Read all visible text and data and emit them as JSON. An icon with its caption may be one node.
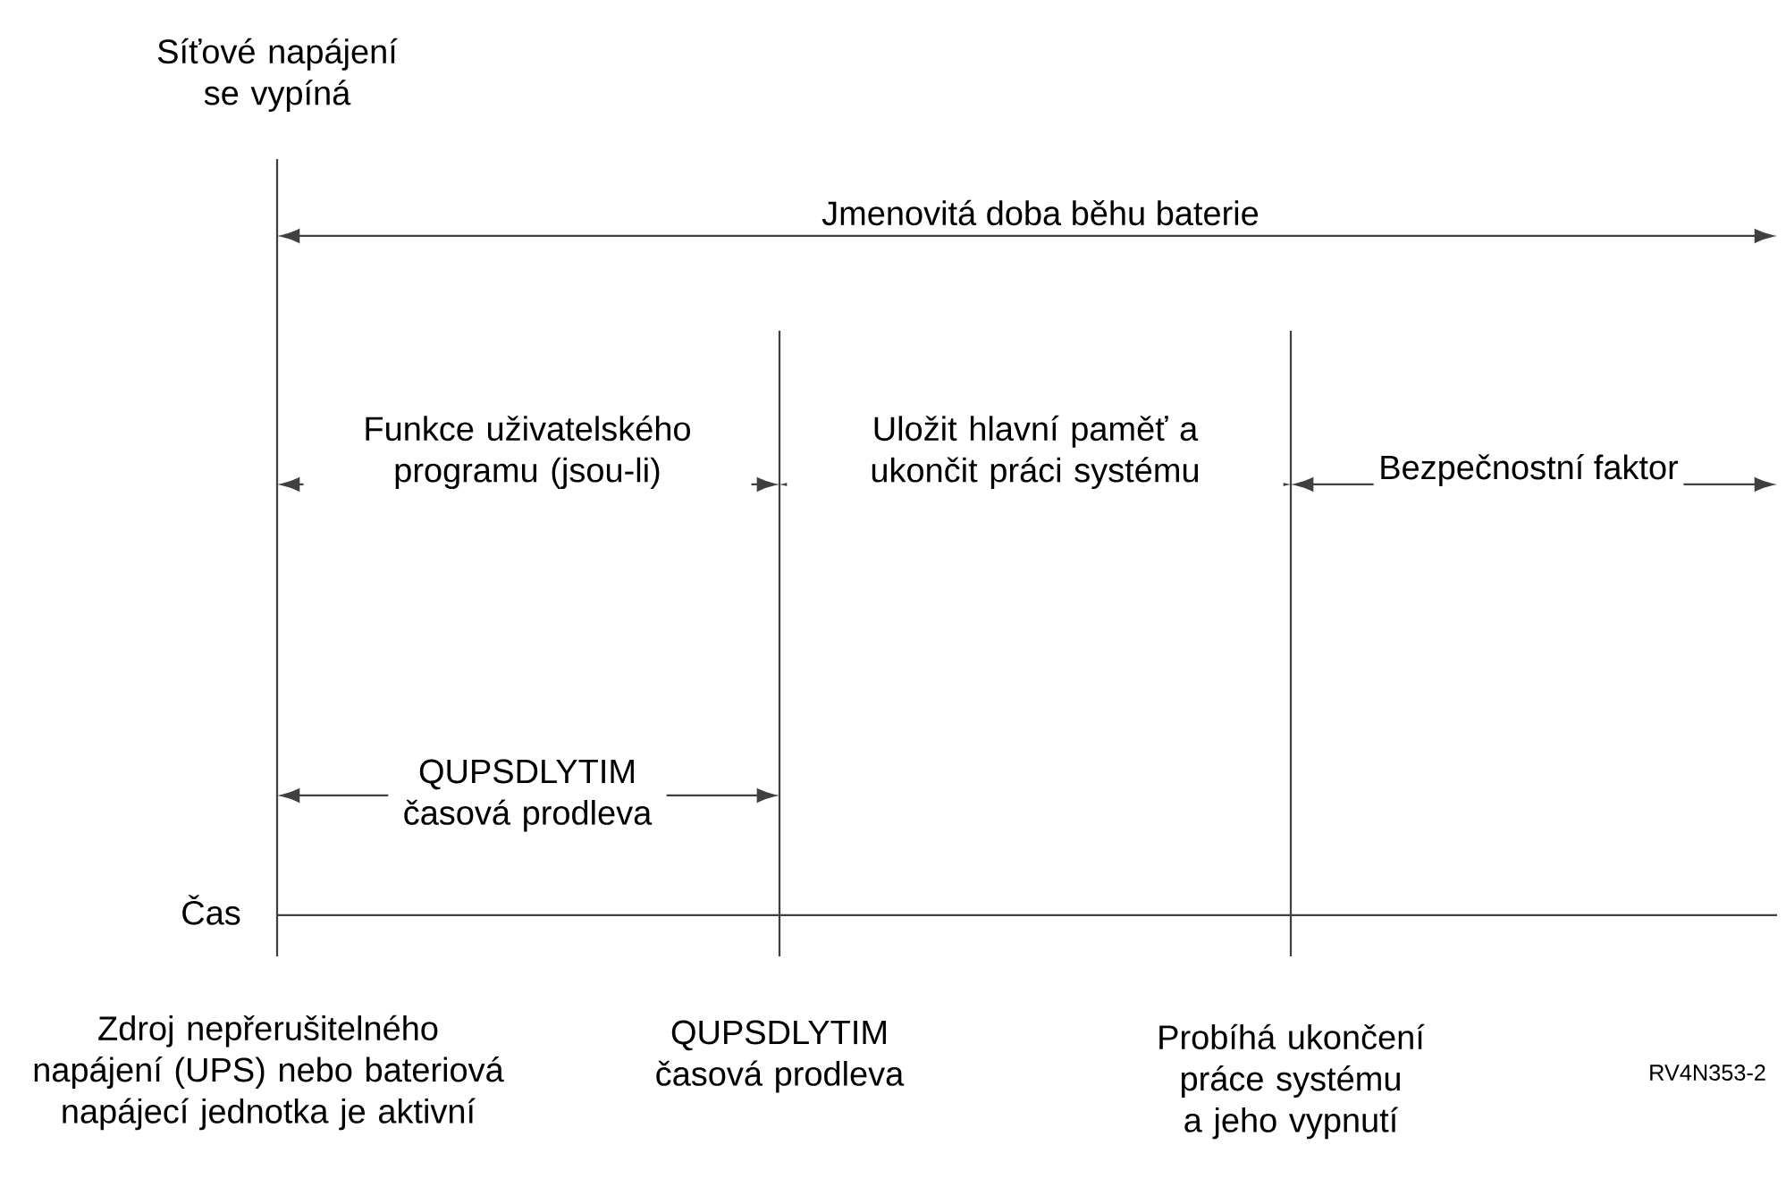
{
  "diagram": {
    "labels": [
      "Síťové napájení se vypíná",
      "Jmenovitá doba běhu baterie",
      "Funkce uživatelského programu (jsou-li)",
      "Uložit hlavní paměť a ukončit práci systému",
      "Bezpečnostní faktor",
      "QUPSDLYTIM časová prodleva",
      "Čas",
      "Zdroj nepřerušitelného napájení (UPS) nebo bateriová napájecí jednotka je aktivní",
      "QUPSDLYTIM časová prodleva",
      "Probíhá ukončení práce systému a jeho vypnutí",
      "RV4N353-2"
    ]
  }
}
